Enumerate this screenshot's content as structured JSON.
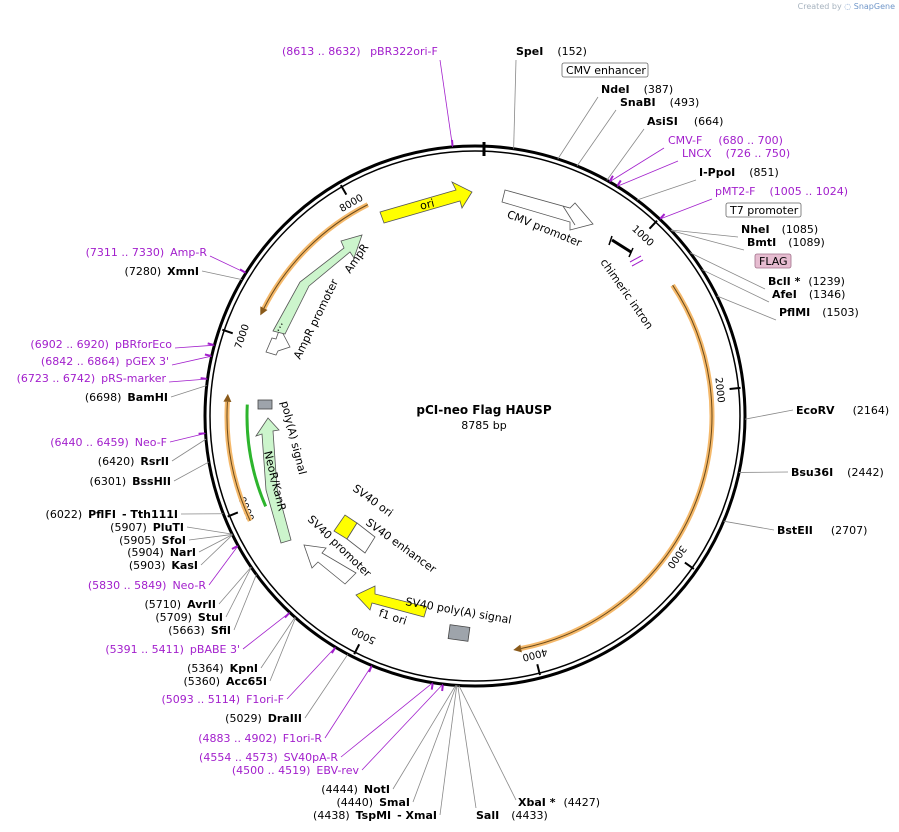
{
  "credit": {
    "prefix": "Created by",
    "brand": "SnapGene"
  },
  "map": {
    "title": "pCI-neo Flag HAUSP",
    "length_text": "8785 bp",
    "length_bp": 8785
  },
  "ticks": [
    {
      "bp": 1000,
      "label": "1000"
    },
    {
      "bp": 2000,
      "label": "2000"
    },
    {
      "bp": 3000,
      "label": "3000"
    },
    {
      "bp": 4000,
      "label": "4000"
    },
    {
      "bp": 5000,
      "label": "5000"
    },
    {
      "bp": 6000,
      "label": "6000"
    },
    {
      "bp": 7000,
      "label": "7000"
    },
    {
      "bp": 8000,
      "label": "8000"
    }
  ],
  "enzymes_right": [
    {
      "name": "SpeI",
      "pos": "(152)",
      "bp": 152
    },
    {
      "name": "NdeI",
      "pos": "(387)",
      "bp": 387
    },
    {
      "name": "SnaBI",
      "pos": "(493)",
      "bp": 493
    },
    {
      "name": "AsiSI",
      "pos": "(664)",
      "bp": 664
    },
    {
      "name": "I-PpoI",
      "pos": "(851)",
      "bp": 851
    },
    {
      "name": "NheI",
      "pos": "(1085)",
      "bp": 1085
    },
    {
      "name": "BmtI",
      "pos": "(1089)",
      "bp": 1089
    },
    {
      "name": "BclI *",
      "pos": "(1239)",
      "bp": 1239
    },
    {
      "name": "AfeI",
      "pos": "(1346)",
      "bp": 1346
    },
    {
      "name": "PflMI",
      "pos": "(1503)",
      "bp": 1503
    },
    {
      "name": "EcoRV",
      "pos": "(2164)",
      "bp": 2164
    },
    {
      "name": "Bsu36I",
      "pos": "(2442)",
      "bp": 2442
    },
    {
      "name": "BstEII",
      "pos": "(2707)",
      "bp": 2707
    }
  ],
  "primers_right": [
    {
      "name": "CMV-F",
      "range": "(680 .. 700)"
    },
    {
      "name": "LNCX",
      "range": "(726 .. 750)"
    },
    {
      "name": "pMT2-F",
      "range": "(1005 .. 1024)"
    }
  ],
  "boxed_right": [
    {
      "text": "CMV enhancer"
    },
    {
      "text": "T7 promoter"
    },
    {
      "text": "FLAG"
    }
  ],
  "top_primer": {
    "range": "(8613 .. 8632)",
    "name": "pBR322ori-F"
  },
  "left_labels": [
    {
      "kind": "primer",
      "range": "(7311 .. 7330)",
      "name": "Amp-R"
    },
    {
      "kind": "enzyme",
      "pos": "(7280)",
      "name": "XmnI"
    },
    {
      "kind": "primer",
      "range": "(6902 .. 6920)",
      "name": "pBRforEco"
    },
    {
      "kind": "primer",
      "range": "(6842 .. 6864)",
      "name": "pGEX 3'"
    },
    {
      "kind": "primer",
      "range": "(6723 .. 6742)",
      "name": "pRS-marker"
    },
    {
      "kind": "enzyme",
      "pos": "(6698)",
      "name": "BamHI"
    },
    {
      "kind": "primer",
      "range": "(6440 .. 6459)",
      "name": "Neo-F"
    },
    {
      "kind": "enzyme",
      "pos": "(6420)",
      "name": "RsrII"
    },
    {
      "kind": "enzyme",
      "pos": "(6301)",
      "name": "BssHII"
    },
    {
      "kind": "enzyme",
      "pos": "(6022)",
      "name": "PflFI",
      "extra": "- Tth111I"
    },
    {
      "kind": "enzyme",
      "pos": "(5907)",
      "name": "PluTI"
    },
    {
      "kind": "enzyme",
      "pos": "(5905)",
      "name": "SfoI"
    },
    {
      "kind": "enzyme",
      "pos": "(5904)",
      "name": "NarI"
    },
    {
      "kind": "enzyme",
      "pos": "(5903)",
      "name": "KasI"
    },
    {
      "kind": "primer",
      "range": "(5830 .. 5849)",
      "name": "Neo-R"
    },
    {
      "kind": "enzyme",
      "pos": "(5710)",
      "name": "AvrII"
    },
    {
      "kind": "enzyme",
      "pos": "(5709)",
      "name": "StuI"
    },
    {
      "kind": "enzyme",
      "pos": "(5663)",
      "name": "SfiI"
    },
    {
      "kind": "primer",
      "range": "(5391 .. 5411)",
      "name": "pBABE 3'"
    },
    {
      "kind": "enzyme",
      "pos": "(5364)",
      "name": "KpnI"
    },
    {
      "kind": "enzyme",
      "pos": "(5360)",
      "name": "Acc65I"
    },
    {
      "kind": "primer",
      "range": "(5093 .. 5114)",
      "name": "F1ori-F"
    },
    {
      "kind": "enzyme",
      "pos": "(5029)",
      "name": "DraIII"
    },
    {
      "kind": "primer",
      "range": "(4883 .. 4902)",
      "name": "F1ori-R"
    },
    {
      "kind": "primer",
      "range": "(4554 .. 4573)",
      "name": "SV40pA-R"
    },
    {
      "kind": "primer",
      "range": "(4500 .. 4519)",
      "name": "EBV-rev"
    }
  ],
  "bottom_labels": [
    {
      "pos": "(4444)",
      "name": "NotI"
    },
    {
      "pos": "(4440)",
      "name": "SmaI"
    },
    {
      "pos": "(4438)",
      "name": "TspMI",
      "extra": "- XmaI"
    },
    {
      "pos": "(4433)",
      "name": "SalI"
    },
    {
      "pos": "(4427)",
      "name": "XbaI *"
    }
  ],
  "features": {
    "ori": "ori",
    "cmv_promoter": "CMV promoter",
    "chimeric_intron": "chimeric intron",
    "ampr_promoter": "AmpR promoter",
    "ampr": "AmpR",
    "polya": "poly(A) signal",
    "neor": "NeoR/KanR",
    "sv40_ori": "SV40 ori",
    "sv40_enhancer": "SV40 enhancer",
    "sv40_promoter": "SV40 promoter",
    "sv40_polya": "SV40 poly(A) signal",
    "f1_ori": "f1 ori"
  },
  "colors": {
    "primer": "#a21fcc",
    "ori": "#ffff00",
    "ampr": "#ccf5cc",
    "orf": "#f5b96b",
    "flag": "#e6bcd0"
  }
}
